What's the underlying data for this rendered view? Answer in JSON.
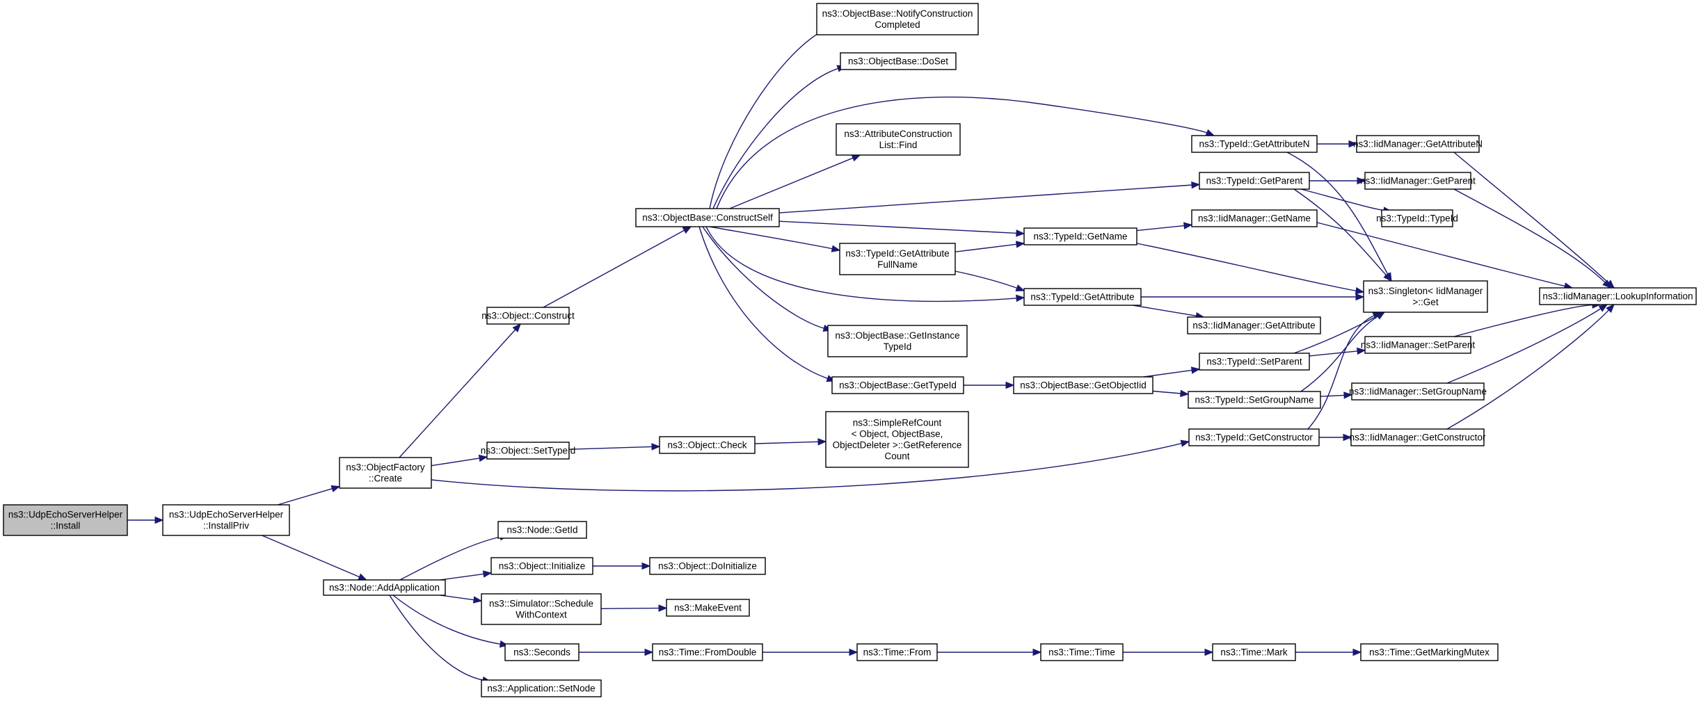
{
  "diagram": {
    "nodes": [
      {
        "id": "udp_install",
        "lines": [
          "ns3::UdpEchoServerHelper",
          "::Install"
        ],
        "root": true
      },
      {
        "id": "udp_installpriv",
        "lines": [
          "ns3::UdpEchoServerHelper",
          "::InstallPriv"
        ]
      },
      {
        "id": "objfactory_create",
        "lines": [
          "ns3::ObjectFactory",
          "::Create"
        ]
      },
      {
        "id": "node_addapp",
        "lines": [
          "ns3::Node::AddApplication"
        ]
      },
      {
        "id": "object_construct",
        "lines": [
          "ns3::Object::Construct"
        ]
      },
      {
        "id": "object_settypeid",
        "lines": [
          "ns3::Object::SetTypeId"
        ]
      },
      {
        "id": "node_getid",
        "lines": [
          "ns3::Node::GetId"
        ]
      },
      {
        "id": "object_initialize",
        "lines": [
          "ns3::Object::Initialize"
        ]
      },
      {
        "id": "sim_schedule",
        "lines": [
          "ns3::Simulator::Schedule",
          "WithContext"
        ]
      },
      {
        "id": "seconds",
        "lines": [
          "ns3::Seconds"
        ]
      },
      {
        "id": "app_setnode",
        "lines": [
          "ns3::Application::SetNode"
        ]
      },
      {
        "id": "ob_constructself",
        "lines": [
          "ns3::ObjectBase::ConstructSelf"
        ]
      },
      {
        "id": "object_check",
        "lines": [
          "ns3::Object::Check"
        ]
      },
      {
        "id": "object_doinitialize",
        "lines": [
          "ns3::Object::DoInitialize"
        ]
      },
      {
        "id": "makeevent",
        "lines": [
          "ns3::MakeEvent"
        ]
      },
      {
        "id": "time_fromdouble",
        "lines": [
          "ns3::Time::FromDouble"
        ]
      },
      {
        "id": "ob_notify",
        "lines": [
          "ns3::ObjectBase::NotifyConstruction",
          "Completed"
        ]
      },
      {
        "id": "ob_doset",
        "lines": [
          "ns3::ObjectBase::DoSet"
        ]
      },
      {
        "id": "acl_find",
        "lines": [
          "ns3::AttributeConstruction",
          "List::Find"
        ]
      },
      {
        "id": "tid_getattrfullname",
        "lines": [
          "ns3::TypeId::GetAttribute",
          "FullName"
        ]
      },
      {
        "id": "ob_getinstancetypeid",
        "lines": [
          "ns3::ObjectBase::GetInstance",
          "TypeId"
        ]
      },
      {
        "id": "ob_gettypeid",
        "lines": [
          "ns3::ObjectBase::GetTypeId"
        ]
      },
      {
        "id": "srefcount",
        "lines": [
          "ns3::SimpleRefCount",
          "< Object, ObjectBase,",
          "ObjectDeleter >::GetReference",
          "Count"
        ]
      },
      {
        "id": "time_from",
        "lines": [
          "ns3::Time::From"
        ]
      },
      {
        "id": "tid_getname",
        "lines": [
          "ns3::TypeId::GetName"
        ]
      },
      {
        "id": "tid_getattribute",
        "lines": [
          "ns3::TypeId::GetAttribute"
        ]
      },
      {
        "id": "ob_getobjectiid",
        "lines": [
          "ns3::ObjectBase::GetObjectIid"
        ]
      },
      {
        "id": "time_time",
        "lines": [
          "ns3::Time::Time"
        ]
      },
      {
        "id": "tid_getattributen",
        "lines": [
          "ns3::TypeId::GetAttributeN"
        ]
      },
      {
        "id": "tid_getparent",
        "lines": [
          "ns3::TypeId::GetParent"
        ]
      },
      {
        "id": "iid_getname",
        "lines": [
          "ns3::IidManager::GetName"
        ]
      },
      {
        "id": "iid_getattribute",
        "lines": [
          "ns3::IidManager::GetAttribute"
        ]
      },
      {
        "id": "tid_setparent",
        "lines": [
          "ns3::TypeId::SetParent"
        ]
      },
      {
        "id": "tid_setgroupname",
        "lines": [
          "ns3::TypeId::SetGroupName"
        ]
      },
      {
        "id": "tid_getconstructor",
        "lines": [
          "ns3::TypeId::GetConstructor"
        ]
      },
      {
        "id": "time_mark",
        "lines": [
          "ns3::Time::Mark"
        ]
      },
      {
        "id": "iid_getattributen",
        "lines": [
          "ns3::IidManager::GetAttributeN"
        ]
      },
      {
        "id": "iid_getparent",
        "lines": [
          "ns3::IidManager::GetParent"
        ]
      },
      {
        "id": "tid_typeid",
        "lines": [
          "ns3::TypeId::TypeId"
        ]
      },
      {
        "id": "singleton_get",
        "lines": [
          "ns3::Singleton< IidManager",
          ">::Get"
        ]
      },
      {
        "id": "iid_setparent",
        "lines": [
          "ns3::IidManager::SetParent"
        ]
      },
      {
        "id": "iid_setgroupname",
        "lines": [
          "ns3::IidManager::SetGroupName"
        ]
      },
      {
        "id": "iid_getconstructor",
        "lines": [
          "ns3::IidManager::GetConstructor"
        ]
      },
      {
        "id": "time_getmarkingmutex",
        "lines": [
          "ns3::Time::GetMarkingMutex"
        ]
      },
      {
        "id": "iid_lookupinfo",
        "lines": [
          "ns3::IidManager::LookupInformation"
        ]
      }
    ],
    "edges": [
      [
        "udp_install",
        "udp_installpriv"
      ],
      [
        "udp_installpriv",
        "objfactory_create"
      ],
      [
        "udp_installpriv",
        "node_addapp"
      ],
      [
        "objfactory_create",
        "object_construct"
      ],
      [
        "objfactory_create",
        "object_settypeid"
      ],
      [
        "objfactory_create",
        "tid_getconstructor"
      ],
      [
        "object_construct",
        "ob_constructself"
      ],
      [
        "object_settypeid",
        "object_check"
      ],
      [
        "object_check",
        "srefcount"
      ],
      [
        "node_addapp",
        "node_getid"
      ],
      [
        "node_addapp",
        "object_initialize"
      ],
      [
        "node_addapp",
        "sim_schedule"
      ],
      [
        "node_addapp",
        "seconds"
      ],
      [
        "node_addapp",
        "app_setnode"
      ],
      [
        "object_initialize",
        "object_doinitialize"
      ],
      [
        "sim_schedule",
        "makeevent"
      ],
      [
        "seconds",
        "time_fromdouble"
      ],
      [
        "time_fromdouble",
        "time_from"
      ],
      [
        "time_from",
        "time_time"
      ],
      [
        "time_time",
        "time_mark"
      ],
      [
        "time_mark",
        "time_getmarkingmutex"
      ],
      [
        "ob_constructself",
        "ob_notify"
      ],
      [
        "ob_constructself",
        "ob_doset"
      ],
      [
        "ob_constructself",
        "acl_find"
      ],
      [
        "ob_constructself",
        "tid_getattributen"
      ],
      [
        "ob_constructself",
        "tid_getparent"
      ],
      [
        "ob_constructself",
        "tid_getname"
      ],
      [
        "ob_constructself",
        "tid_getattrfullname"
      ],
      [
        "ob_constructself",
        "tid_getattribute"
      ],
      [
        "ob_constructself",
        "ob_getinstancetypeid"
      ],
      [
        "ob_constructself",
        "ob_gettypeid"
      ],
      [
        "tid_getattrfullname",
        "tid_getname"
      ],
      [
        "tid_getattrfullname",
        "tid_getattribute"
      ],
      [
        "ob_gettypeid",
        "ob_getobjectiid"
      ],
      [
        "ob_getobjectiid",
        "tid_setparent"
      ],
      [
        "ob_getobjectiid",
        "tid_setgroupname"
      ],
      [
        "tid_getname",
        "iid_getname"
      ],
      [
        "tid_getname",
        "singleton_get"
      ],
      [
        "tid_getattribute",
        "singleton_get"
      ],
      [
        "tid_getattribute",
        "iid_getattribute"
      ],
      [
        "tid_getattributen",
        "iid_getattributen"
      ],
      [
        "tid_getattributen",
        "singleton_get"
      ],
      [
        "tid_getparent",
        "iid_getparent"
      ],
      [
        "tid_getparent",
        "tid_typeid"
      ],
      [
        "tid_getparent",
        "singleton_get"
      ],
      [
        "tid_setparent",
        "singleton_get"
      ],
      [
        "tid_setparent",
        "iid_setparent"
      ],
      [
        "tid_setgroupname",
        "singleton_get"
      ],
      [
        "tid_setgroupname",
        "iid_setgroupname"
      ],
      [
        "tid_getconstructor",
        "singleton_get"
      ],
      [
        "tid_getconstructor",
        "iid_getconstructor"
      ],
      [
        "iid_getattributen",
        "iid_lookupinfo"
      ],
      [
        "iid_getparent",
        "iid_lookupinfo"
      ],
      [
        "iid_getname",
        "iid_lookupinfo"
      ],
      [
        "iid_setparent",
        "iid_lookupinfo"
      ],
      [
        "iid_setgroupname",
        "iid_lookupinfo"
      ],
      [
        "iid_getconstructor",
        "iid_lookupinfo"
      ]
    ]
  }
}
